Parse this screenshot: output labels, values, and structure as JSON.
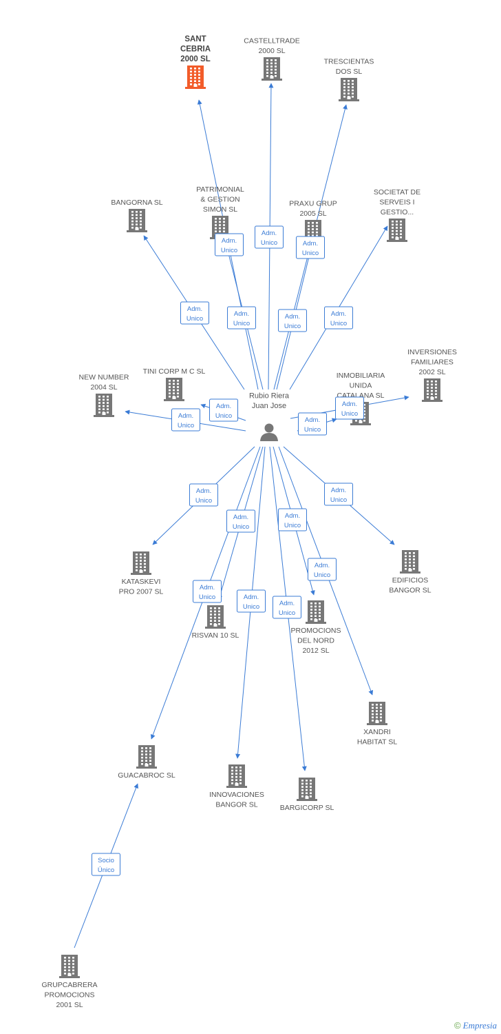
{
  "colors": {
    "edge": "#3a7bd5",
    "building": "#777777",
    "highlight": "#f25c2a",
    "person": "#777777"
  },
  "center": {
    "label_lines": [
      "Rubio Riera",
      "Juan Jose"
    ],
    "icon": "person-icon"
  },
  "companies": [
    {
      "id": "sant-cebria",
      "label_lines": [
        "SANT",
        "CEBRIA",
        "2000 SL"
      ],
      "highlight": true,
      "icon": "building-icon"
    },
    {
      "id": "castelltrade",
      "label_lines": [
        "CASTELLTRADE",
        "2000 SL"
      ],
      "icon": "building-icon"
    },
    {
      "id": "trescientas",
      "label_lines": [
        "TRESCIENTAS",
        "DOS SL"
      ],
      "icon": "building-icon"
    },
    {
      "id": "bangorna",
      "label_lines": [
        "BANGORNA SL"
      ],
      "icon": "building-icon"
    },
    {
      "id": "patrimonial",
      "label_lines": [
        "PATRIMONIAL",
        "& GESTION",
        "SIMON SL"
      ],
      "icon": "building-icon"
    },
    {
      "id": "praxu",
      "label_lines": [
        "PRAXU GRUP",
        "2005 SL"
      ],
      "icon": "building-icon"
    },
    {
      "id": "societat",
      "label_lines": [
        "SOCIETAT DE",
        "SERVEIS I",
        "GESTIO..."
      ],
      "icon": "building-icon"
    },
    {
      "id": "inversiones",
      "label_lines": [
        "INVERSIONES",
        "FAMILIARES",
        "2002 SL"
      ],
      "icon": "building-icon"
    },
    {
      "id": "tini",
      "label_lines": [
        "TINI CORP M C SL"
      ],
      "icon": "building-icon"
    },
    {
      "id": "newnumber",
      "label_lines": [
        "NEW NUMBER",
        "2004 SL"
      ],
      "icon": "building-icon"
    },
    {
      "id": "inmobiliaria",
      "label_lines": [
        "INMOBILIARIA",
        "UNIDA",
        "CATALANA SL"
      ],
      "icon": "building-icon"
    },
    {
      "id": "kataskevi",
      "label_lines": [
        "KATASKEVI",
        "PRO 2007 SL"
      ],
      "icon": "building-icon"
    },
    {
      "id": "edificios",
      "label_lines": [
        "EDIFICIOS",
        "BANGOR SL"
      ],
      "icon": "building-icon"
    },
    {
      "id": "risvan",
      "label_lines": [
        "RISVAN 10 SL"
      ],
      "icon": "building-icon"
    },
    {
      "id": "promocions",
      "label_lines": [
        "PROMOCIONS",
        "DEL NORD",
        "2012 SL"
      ],
      "icon": "building-icon"
    },
    {
      "id": "xandri",
      "label_lines": [
        "XANDRI",
        "HABITAT SL"
      ],
      "icon": "building-icon"
    },
    {
      "id": "guacabroc",
      "label_lines": [
        "GUACABROC SL"
      ],
      "icon": "building-icon"
    },
    {
      "id": "innovaciones",
      "label_lines": [
        "INNOVACIONES",
        "BANGOR SL"
      ],
      "icon": "building-icon"
    },
    {
      "id": "bargicorp",
      "label_lines": [
        "BARGICORP SL"
      ],
      "icon": "building-icon"
    },
    {
      "id": "grupcabrera",
      "label_lines": [
        "GRUPCABRERA",
        "PROMOCIONS",
        "2001 SL"
      ],
      "icon": "building-icon"
    }
  ],
  "relations": [
    {
      "from": "center",
      "to": "sant-cebria",
      "label_lines": [
        "Adm.",
        "Unico"
      ]
    },
    {
      "from": "center",
      "to": "castelltrade",
      "label_lines": [
        "Adm.",
        "Unico"
      ]
    },
    {
      "from": "center",
      "to": "trescientas",
      "label_lines": [
        "Adm.",
        "Unico"
      ]
    },
    {
      "from": "center",
      "to": "bangorna",
      "label_lines": [
        "Adm.",
        "Unico"
      ]
    },
    {
      "from": "center",
      "to": "patrimonial",
      "label_lines": [
        "Adm.",
        "Unico"
      ]
    },
    {
      "from": "center",
      "to": "praxu",
      "label_lines": [
        "Adm.",
        "Unico"
      ]
    },
    {
      "from": "center",
      "to": "societat",
      "label_lines": [
        "Adm.",
        "Unico"
      ]
    },
    {
      "from": "center",
      "to": "inversiones",
      "label_lines": [
        "Adm.",
        "Unico"
      ]
    },
    {
      "from": "center",
      "to": "tini",
      "label_lines": [
        "Adm.",
        "Unico"
      ]
    },
    {
      "from": "center",
      "to": "newnumber",
      "label_lines": [
        "Adm.",
        "Unico"
      ]
    },
    {
      "from": "center",
      "to": "inmobiliaria",
      "label_lines": [
        "Adm.",
        "Unico"
      ]
    },
    {
      "from": "center",
      "to": "kataskevi",
      "label_lines": [
        "Adm.",
        "Unico"
      ]
    },
    {
      "from": "center",
      "to": "edificios",
      "label_lines": [
        "Adm.",
        "Unico"
      ]
    },
    {
      "from": "center",
      "to": "risvan",
      "label_lines": [
        "Adm.",
        "Unico"
      ]
    },
    {
      "from": "center",
      "to": "promocions",
      "label_lines": [
        "Adm.",
        "Unico"
      ]
    },
    {
      "from": "center",
      "to": "xandri",
      "label_lines": [
        "Adm.",
        "Unico"
      ]
    },
    {
      "from": "center",
      "to": "guacabroc",
      "label_lines": [
        "Adm.",
        "Unico"
      ]
    },
    {
      "from": "center",
      "to": "innovaciones",
      "label_lines": [
        "Adm.",
        "Unico"
      ]
    },
    {
      "from": "center",
      "to": "bargicorp",
      "label_lines": [
        "Adm.",
        "Unico"
      ]
    },
    {
      "from": "grupcabrera",
      "to": "guacabroc",
      "label_lines": [
        "Socio",
        "Único"
      ]
    }
  ],
  "footer": {
    "copyright_symbol": "©",
    "brand": "Empresia"
  }
}
